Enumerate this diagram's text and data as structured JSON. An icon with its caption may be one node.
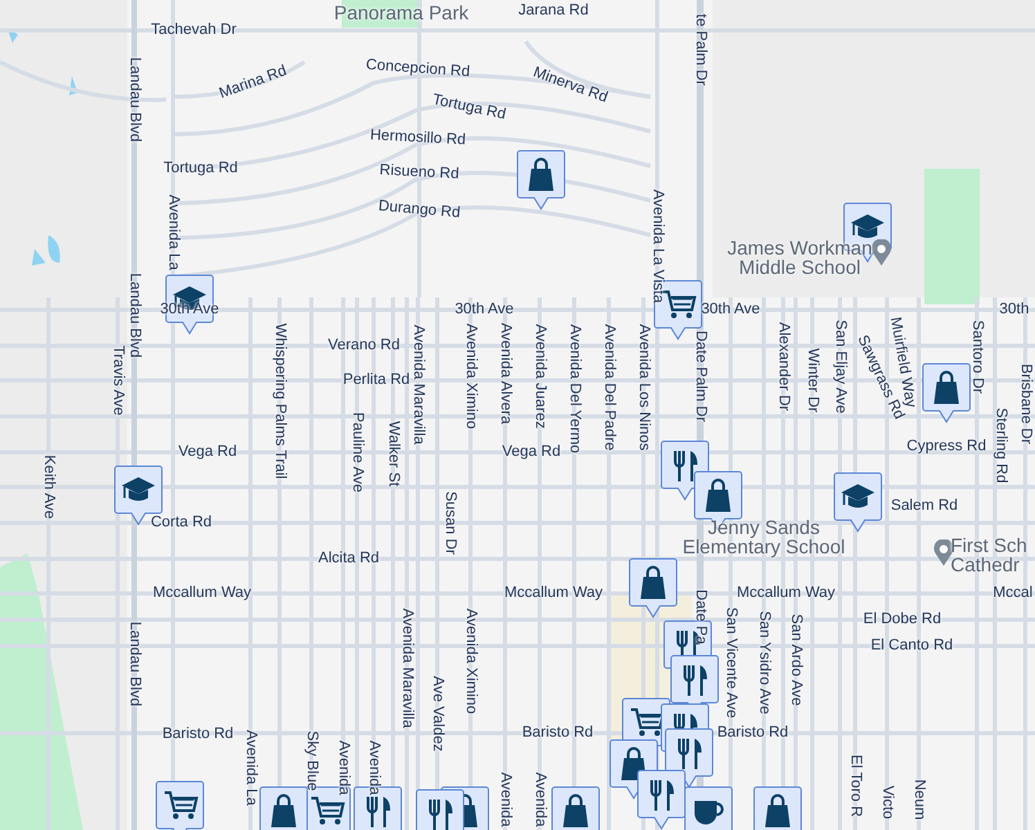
{
  "diagram": {
    "labels": [
      "Panorama Park",
      "Jarana Rd",
      "Tachevah Dr",
      "Marina Rd",
      "Concepcion Rd",
      "Minerva Rd",
      "Tortuga Rd",
      "Hermosillo Rd",
      "Tortuga Rd",
      "Risueno Rd",
      "Durango Rd",
      "Landau Blvd",
      "Avenida La",
      "te Palm Dr",
      "Avenida La Vista",
      "James Workman Middle School",
      "30th Ave",
      "30th Ave",
      "30th Ave",
      "30th",
      "Landau Blvd",
      "Verano Rd",
      "Perlita Rd",
      "Travis Ave",
      "Whispering Palms Trail",
      "Avenida Maravilla",
      "Avenida Ximino",
      "Avenida Alvera",
      "Avenida Juarez",
      "Avenida Del Yermo",
      "Avenida Del Padre",
      "Avenida Los Ninos",
      "Date Palm Dr",
      "Alexander Dr",
      "Winter Dr",
      "San Eljay Ave",
      "Sawgrass Rd",
      "Muirfield Way",
      "Santoro Dr",
      "Brisbane Dr",
      "Pauline Ave",
      "Walker St",
      "Sterling Rd",
      "Vega Rd",
      "Vega Rd",
      "Cypress Rd",
      "Keith Ave",
      "Susan Dr",
      "Salem Rd",
      "Corta Rd",
      "Jenny Sands Elementary School",
      "First Sch Cathedr",
      "Alcita Rd",
      "Mccallum Way",
      "Mccallum Way",
      "Mccallum Way",
      "Mccal",
      "Date Pa",
      "El Dobe Rd",
      "El Canto Rd",
      "Landau Blvd",
      "Avenida Maravilla",
      "Ave Valdez",
      "Avenida Ximino",
      "San Vicente Ave",
      "San Ysidro Ave",
      "San Ardo Ave",
      "Baristo Rd",
      "Baristo Rd",
      "Baristo Rd",
      "Avenida La",
      "Sky Blue",
      "Avenida",
      "Avenida",
      "Avenida",
      "Avenida",
      "El Toro R",
      "Victo",
      "Neum"
    ]
  }
}
